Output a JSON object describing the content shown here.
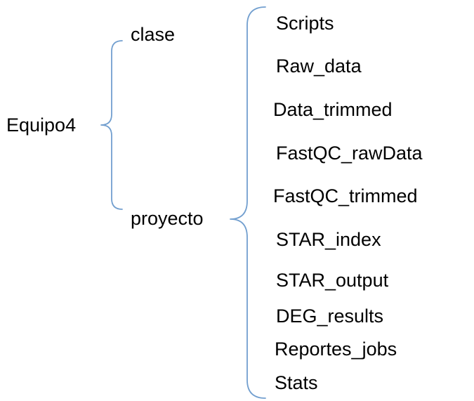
{
  "diagram": {
    "root": {
      "label": "Equipo4",
      "children": [
        {
          "label": "clase"
        },
        {
          "label": "proyecto",
          "children": [
            {
              "label": "Scripts"
            },
            {
              "label": "Raw_data"
            },
            {
              "label": "Data_trimmed"
            },
            {
              "label": "FastQC_rawData"
            },
            {
              "label": "FastQC_trimmed"
            },
            {
              "label": "STAR_index"
            },
            {
              "label": "STAR_output"
            },
            {
              "label": "DEG_results"
            },
            {
              "label": "Reportes_jobs"
            },
            {
              "label": "Stats"
            }
          ]
        }
      ]
    },
    "colors": {
      "brace": "#729fcf",
      "text": "#000000",
      "background": "#ffffff"
    }
  }
}
